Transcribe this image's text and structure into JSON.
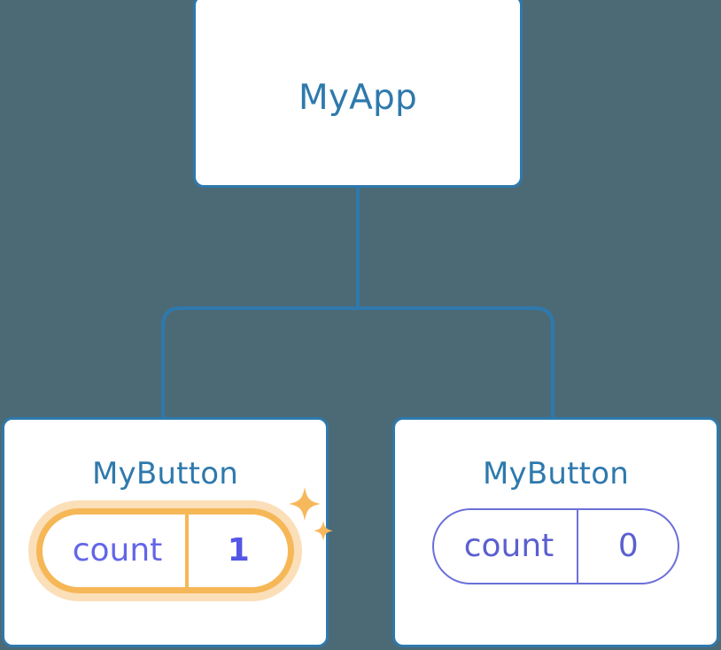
{
  "diagram": {
    "title": "component-tree",
    "background_color": "#4c6a75",
    "node_border_color": "#2e79ad",
    "node_text_color": "#2e79ad",
    "connector_color": "#2e79ad",
    "highlight_color": "#f6b757",
    "highlight_glow_color": "#fbdfb9",
    "state_text_color": "#5b5fd0",
    "sparkle_color": "#f7b85c"
  },
  "root": {
    "label": "MyApp"
  },
  "children": [
    {
      "label": "MyButton",
      "state_key": "count",
      "state_value": "1",
      "highlighted": true,
      "sparkle_icon": "sparkles-icon"
    },
    {
      "label": "MyButton",
      "state_key": "count",
      "state_value": "0",
      "highlighted": false,
      "sparkle_icon": ""
    }
  ]
}
